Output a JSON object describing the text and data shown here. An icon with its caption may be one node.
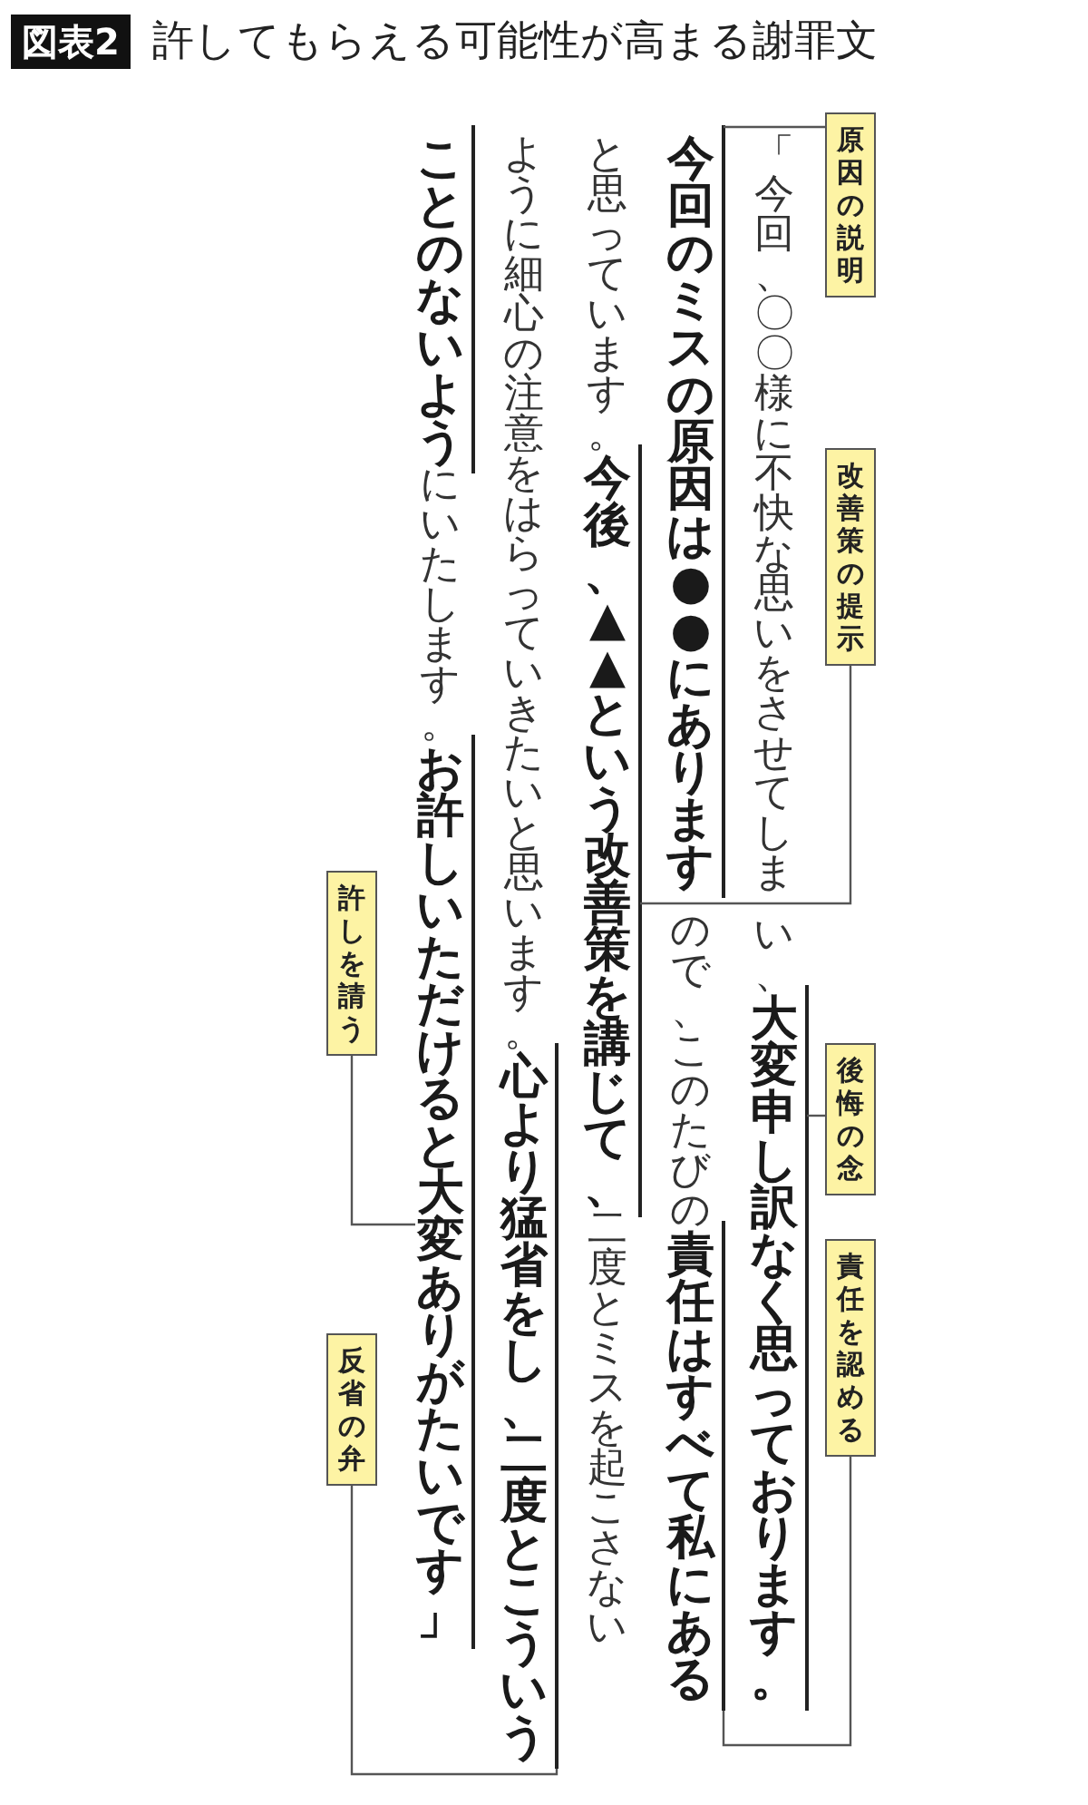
{
  "diagram": {
    "title": "許してもらえる可能性が高まる謝罪文",
    "nodes": [
      {
        "text": [
          "原因の説明"
        ]
      },
      {
        "text": [
          "改善策の提示"
        ]
      },
      {
        "text": [
          "後悔の念"
        ]
      },
      {
        "text": [
          "責任を認める"
        ]
      },
      {
        "text": [
          "許しを請う"
        ]
      },
      {
        "text": [
          "反省の弁"
        ]
      },
      {
        "text": [
          "大変申し訳なく思っております。"
        ]
      },
      {
        "text": [
          "今回のミスの原因は●●にあります"
        ]
      },
      {
        "text": [
          "責任はすべて私にある"
        ]
      },
      {
        "text": [
          "今後、▲▲という改善策を講じて、"
        ]
      },
      {
        "text": [
          "心より猛省をし、二度とこういうことのないよう"
        ]
      },
      {
        "text": [
          "お許しいただけると大変ありがたいです」"
        ]
      }
    ],
    "edges": [
      {
        "from": 0,
        "to": 7,
        "arrow": "none"
      },
      {
        "from": 1,
        "to": 9,
        "arrow": "none"
      },
      {
        "from": 2,
        "to": 6,
        "arrow": "none"
      },
      {
        "from": 3,
        "to": 8,
        "arrow": "none"
      },
      {
        "from": 4,
        "to": 11,
        "arrow": "none"
      },
      {
        "from": 5,
        "to": 10,
        "arrow": "none"
      }
    ],
    "labels": [
      "図表2",
      "「今回、〇〇様に不快な思いをさせてしまい、",
      "ので、このたびの",
      "と思っています。",
      "二度とミスを起こさない",
      "ように細心の注意をはらっていきたいと思います。",
      "にいたします。"
    ]
  }
}
